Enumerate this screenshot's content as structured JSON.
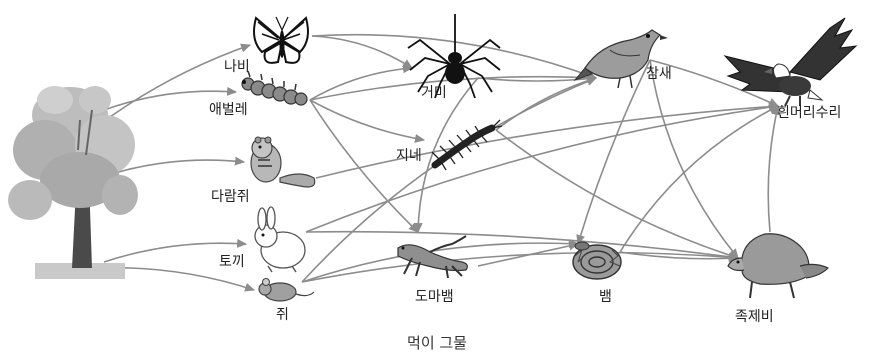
{
  "caption": "먹이 그물",
  "organisms": {
    "tree": {
      "label": ""
    },
    "butterfly": {
      "label": "나비"
    },
    "caterpillar": {
      "label": "애벌레"
    },
    "chipmunk": {
      "label": "다람쥐"
    },
    "rabbit": {
      "label": "토끼"
    },
    "mouse": {
      "label": "쥐"
    },
    "spider": {
      "label": "거미"
    },
    "centipede": {
      "label": "지네"
    },
    "lizard": {
      "label": "도마뱀"
    },
    "snake": {
      "label": "뱀"
    },
    "sparrow": {
      "label": "참새"
    },
    "eagle": {
      "label": "흰머리수리"
    },
    "weasel": {
      "label": "족제비"
    }
  },
  "links": [
    [
      "tree",
      "butterfly"
    ],
    [
      "tree",
      "caterpillar"
    ],
    [
      "tree",
      "chipmunk"
    ],
    [
      "tree",
      "rabbit"
    ],
    [
      "tree",
      "mouse"
    ],
    [
      "butterfly",
      "spider"
    ],
    [
      "butterfly",
      "sparrow"
    ],
    [
      "caterpillar",
      "spider"
    ],
    [
      "caterpillar",
      "sparrow"
    ],
    [
      "caterpillar",
      "centipede"
    ],
    [
      "caterpillar",
      "lizard"
    ],
    [
      "spider",
      "sparrow"
    ],
    [
      "spider",
      "lizard"
    ],
    [
      "centipede",
      "sparrow"
    ],
    [
      "centipede",
      "weasel"
    ],
    [
      "chipmunk",
      "eagle"
    ],
    [
      "rabbit",
      "eagle"
    ],
    [
      "rabbit",
      "weasel"
    ],
    [
      "mouse",
      "sparrow"
    ],
    [
      "mouse",
      "snake"
    ],
    [
      "mouse",
      "weasel"
    ],
    [
      "lizard",
      "snake"
    ],
    [
      "sparrow",
      "eagle"
    ],
    [
      "sparrow",
      "snake"
    ],
    [
      "sparrow",
      "weasel"
    ],
    [
      "snake",
      "eagle"
    ],
    [
      "snake",
      "weasel"
    ],
    [
      "weasel",
      "eagle"
    ]
  ]
}
